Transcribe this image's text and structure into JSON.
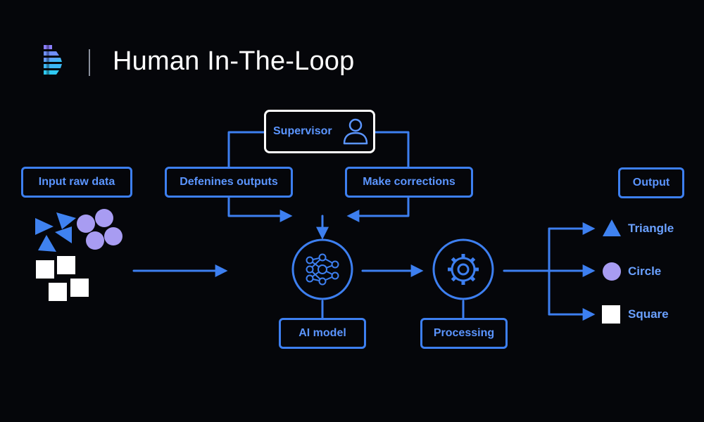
{
  "header": {
    "title": "Human In-The-Loop"
  },
  "nodes": {
    "supervisor": "Supervisor",
    "defines_outputs": "Defenines outputs",
    "make_corrections": "Make corrections",
    "input_raw_data": "Input raw data",
    "output": "Output",
    "ai_model": "AI model",
    "processing": "Processing"
  },
  "outputs": {
    "triangle": "Triangle",
    "circle": "Circle",
    "square": "Square"
  },
  "icons": {
    "logo": "brand-logo-icon",
    "supervisor": "person-icon",
    "ai_model": "neural-network-icon",
    "processing": "gear-icon"
  },
  "colors": {
    "background": "#05060a",
    "accent_blue": "#3d7ff0",
    "label_blue": "#5b95ff",
    "shape_blue": "#3f82f0",
    "shape_purple": "#a89cf2",
    "white": "#ffffff"
  }
}
